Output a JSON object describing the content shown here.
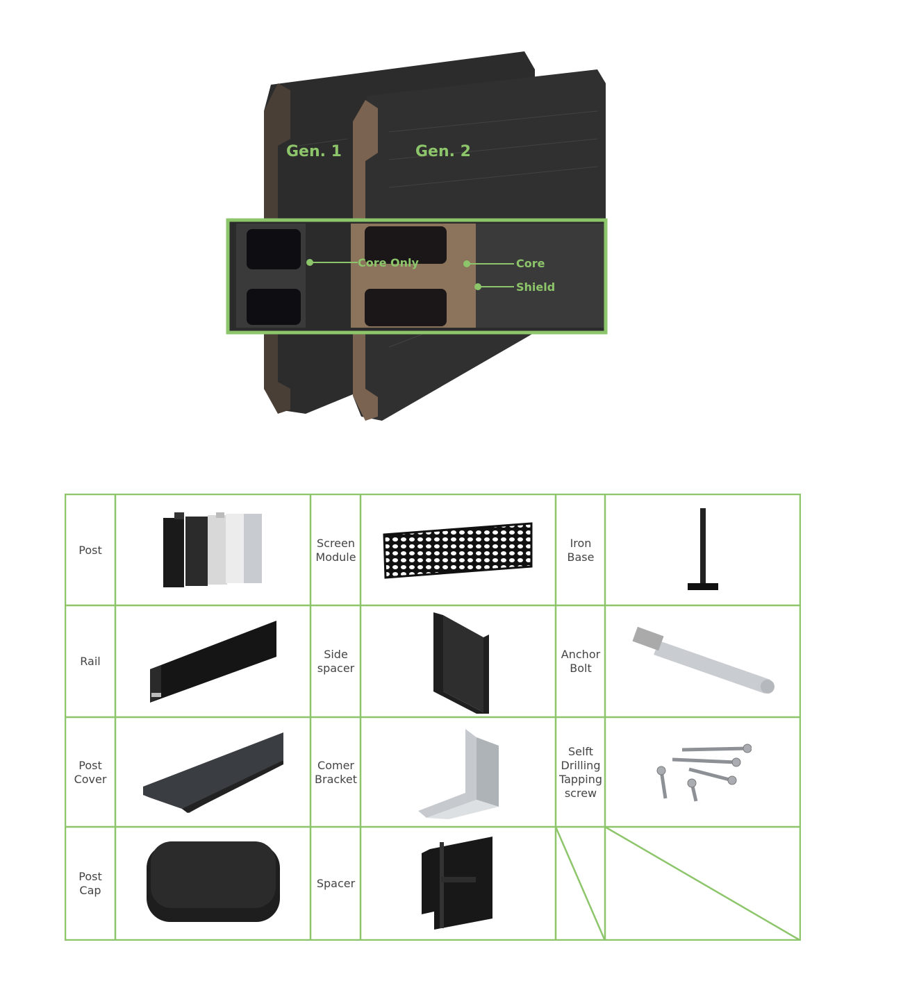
{
  "hero": {
    "gen1_label": "Gen. 1",
    "gen2_label": "Gen. 2",
    "callouts": {
      "core_only": "Core Only",
      "core": "Core",
      "shield": "Shield"
    },
    "colors": {
      "accent": "#8dc56a",
      "board_dark": "#2f2f2f",
      "board_core": "#7a6350"
    }
  },
  "parts_table": {
    "rows": [
      [
        {
          "label": "Post",
          "icon": "post-profiles-icon"
        },
        {
          "label": "Screen\nModule",
          "icon": "screen-module-icon"
        },
        {
          "label": "Iron\nBase",
          "icon": "iron-base-icon"
        }
      ],
      [
        {
          "label": "Rail",
          "icon": "rail-icon"
        },
        {
          "label": "Side\nspacer",
          "icon": "side-spacer-icon"
        },
        {
          "label": "Anchor\nBolt",
          "icon": "anchor-bolt-icon"
        }
      ],
      [
        {
          "label": "Post\nCover",
          "icon": "post-cover-icon"
        },
        {
          "label": "Comer\nBracket",
          "icon": "corner-bracket-icon"
        },
        {
          "label": "Selft\nDrilling\nTapping\nscrew",
          "icon": "tapping-screws-icon"
        }
      ],
      [
        {
          "label": "Post\nCap",
          "icon": "post-cap-icon"
        },
        {
          "label": "Spacer",
          "icon": "spacer-icon"
        },
        {
          "label": "",
          "icon": "empty-cell"
        }
      ]
    ]
  }
}
